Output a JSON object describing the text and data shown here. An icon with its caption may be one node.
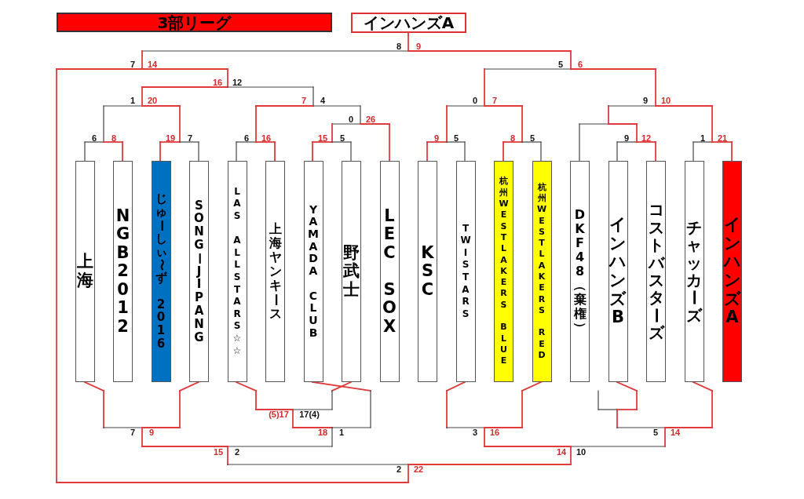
{
  "diagram": {
    "nodes": [
      {
        "text": [
          "3部リーグ"
        ]
      },
      {
        "text": [
          "インハンズA"
        ]
      },
      {
        "text": [
          "上海"
        ]
      },
      {
        "text": [
          "NGB2012"
        ]
      },
      {
        "text": [
          "じゅーしぃ〜ず 2016"
        ]
      },
      {
        "text": [
          "SONGーJIPANG"
        ]
      },
      {
        "text": [
          "LAS ALLSTARS☆☆"
        ]
      },
      {
        "text": [
          "上海ヤンキース"
        ]
      },
      {
        "text": [
          "YAMADA CLUB"
        ]
      },
      {
        "text": [
          "野武士"
        ]
      },
      {
        "text": [
          "LEC SOX"
        ]
      },
      {
        "text": [
          "KSC"
        ]
      },
      {
        "text": [
          "TWISTARS"
        ]
      },
      {
        "text": [
          "杭州WESTLAKERS BLUE"
        ]
      },
      {
        "text": [
          "杭州WESTLAKERS RED"
        ]
      },
      {
        "text": [
          "DKF48（棄権）"
        ]
      },
      {
        "text": [
          "インハンズB"
        ]
      },
      {
        "text": [
          "コストバスターズ"
        ]
      },
      {
        "text": [
          "チャッカーズ"
        ]
      },
      {
        "text": [
          "インハンズA"
        ]
      }
    ],
    "labels": [
      "8",
      "9",
      "7",
      "14",
      "5",
      "6",
      "16",
      "12",
      "1",
      "20",
      "7",
      "4",
      "0",
      "7",
      "9",
      "10",
      "0",
      "26",
      "6",
      "8",
      "19",
      "7",
      "6",
      "16",
      "15",
      "5",
      "9",
      "5",
      "8",
      "5",
      "9",
      "12",
      "1",
      "21",
      "(5)17",
      "17(4)",
      "7",
      "9",
      "18",
      "1",
      "3",
      "16",
      "5",
      "14",
      "15",
      "2",
      "14",
      "10",
      "2",
      "22"
    ]
  }
}
